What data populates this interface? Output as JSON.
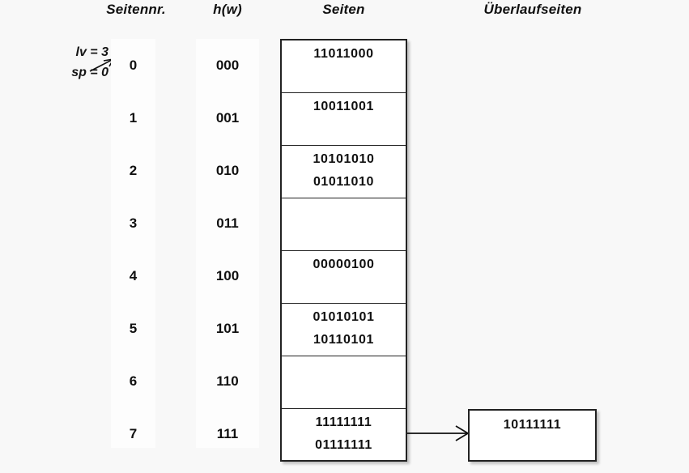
{
  "headers": {
    "seitennr": "Seitennr.",
    "hw": "h(w)",
    "seiten": "Seiten",
    "ueberlaufseiten": "Überlaufseiten"
  },
  "params": {
    "lv": "lv = 3",
    "sp": "sp = 0",
    "pointer_icon": "arrow-right-icon"
  },
  "colors": {
    "background": "#f8f8f8",
    "band": "#fdfdfd",
    "box_fill": "#ffffff",
    "box_border": "#222222",
    "text": "#101010"
  },
  "rows": [
    {
      "seitennr": "0",
      "hw": "000",
      "entries": [
        "11011000"
      ]
    },
    {
      "seitennr": "1",
      "hw": "001",
      "entries": [
        "10011001"
      ]
    },
    {
      "seitennr": "2",
      "hw": "010",
      "entries": [
        "10101010",
        "01011010"
      ]
    },
    {
      "seitennr": "3",
      "hw": "011",
      "entries": []
    },
    {
      "seitennr": "4",
      "hw": "100",
      "entries": [
        "00000100"
      ]
    },
    {
      "seitennr": "5",
      "hw": "101",
      "entries": [
        "01010101",
        "10110101"
      ]
    },
    {
      "seitennr": "6",
      "hw": "110",
      "entries": []
    },
    {
      "seitennr": "7",
      "hw": "111",
      "entries": [
        "11111111",
        "01111111"
      ]
    }
  ],
  "overflow": {
    "arrow_icon": "arrow-right-icon",
    "entries": [
      "10111111"
    ]
  }
}
